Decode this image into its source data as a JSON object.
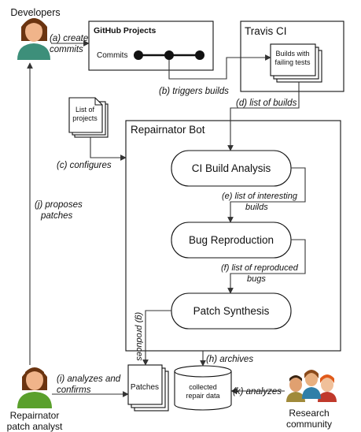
{
  "actors": {
    "developers": "Developers",
    "analyst": [
      "Repairnator",
      "patch analyst"
    ],
    "research": [
      "Research",
      "community"
    ]
  },
  "github": {
    "title": "GitHub Projects",
    "commits": "Commits"
  },
  "travis": {
    "title": "Travis CI",
    "builds": [
      "Builds with",
      "failing tests"
    ]
  },
  "projects": [
    "List of",
    "projects"
  ],
  "bot": {
    "title": "Repairnator Bot",
    "steps": [
      "CI Build Analysis",
      "Bug Reproduction",
      "Patch Synthesis"
    ]
  },
  "patches": "Patches",
  "repair_data": [
    "collected",
    "repair data"
  ],
  "edges": {
    "a": [
      "(a) create",
      "commits"
    ],
    "b": "(b) triggers builds",
    "c": "(c) configures",
    "d": "(d) list of builds",
    "e": [
      "(e) list of interesting",
      "builds"
    ],
    "f": [
      "(f) list of reproduced",
      "bugs"
    ],
    "g": "(g) produces",
    "h": "(h) archives",
    "i": [
      "(i) analyzes and",
      "confirms"
    ],
    "j": [
      "(j) proposes",
      "patches"
    ],
    "k": "(k) analyzes"
  }
}
